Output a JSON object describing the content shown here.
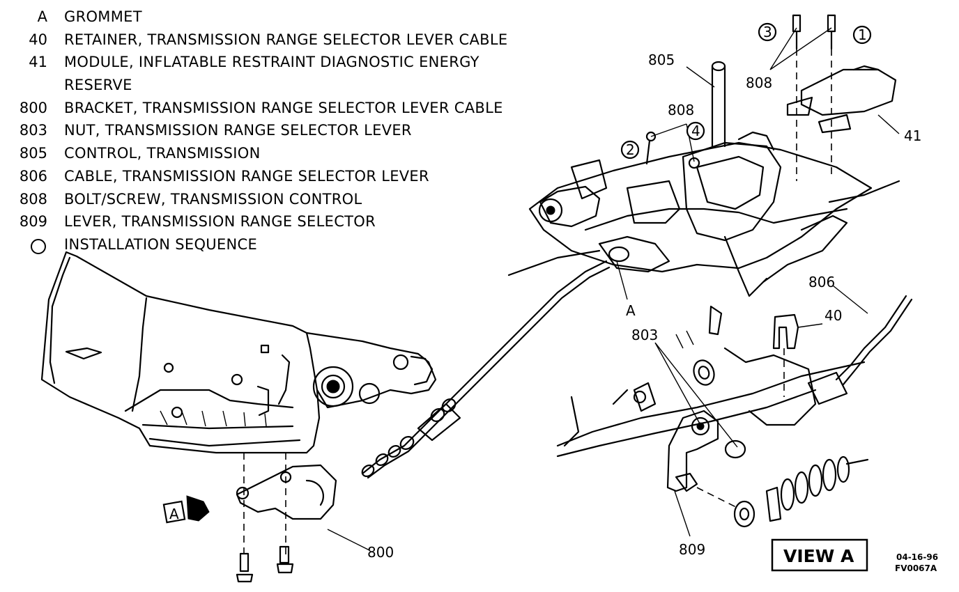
{
  "legend": [
    {
      "code": "A",
      "desc": "GROMMET"
    },
    {
      "code": "40",
      "desc": "RETAINER, TRANSMISSION RANGE SELECTOR LEVER CABLE"
    },
    {
      "code": "41",
      "desc": "MODULE, INFLATABLE RESTRAINT DIAGNOSTIC ENERGY"
    },
    {
      "code": "",
      "desc": "RESERVE"
    },
    {
      "code": "800",
      "desc": "BRACKET, TRANSMISSION RANGE SELECTOR LEVER CABLE"
    },
    {
      "code": "803",
      "desc": "NUT, TRANSMISSION RANGE SELECTOR LEVER"
    },
    {
      "code": "805",
      "desc": "CONTROL, TRANSMISSION"
    },
    {
      "code": "806",
      "desc": "CABLE, TRANSMISSION RANGE SELECTOR LEVER"
    },
    {
      "code": "808",
      "desc": "BOLT/SCREW, TRANSMISSION CONTROL"
    },
    {
      "code": "809",
      "desc": "LEVER, TRANSMISSION RANGE SELECTOR"
    },
    {
      "code": "",
      "desc": "INSTALLATION SEQUENCE"
    }
  ],
  "callouts": {
    "c805": "805",
    "c808_top": "808",
    "c808_mid": "808",
    "c41": "41",
    "c806": "806",
    "c40": "40",
    "c803": "803",
    "cA_grommet": "A",
    "c800": "800",
    "c809": "809",
    "seq1": "1",
    "seq2": "2",
    "seq3": "3",
    "seq4": "4",
    "view_arrow": "A"
  },
  "view_label": "VIEW A",
  "figure_code_line1": "04-16-96",
  "figure_code_line2": "FV0067A"
}
